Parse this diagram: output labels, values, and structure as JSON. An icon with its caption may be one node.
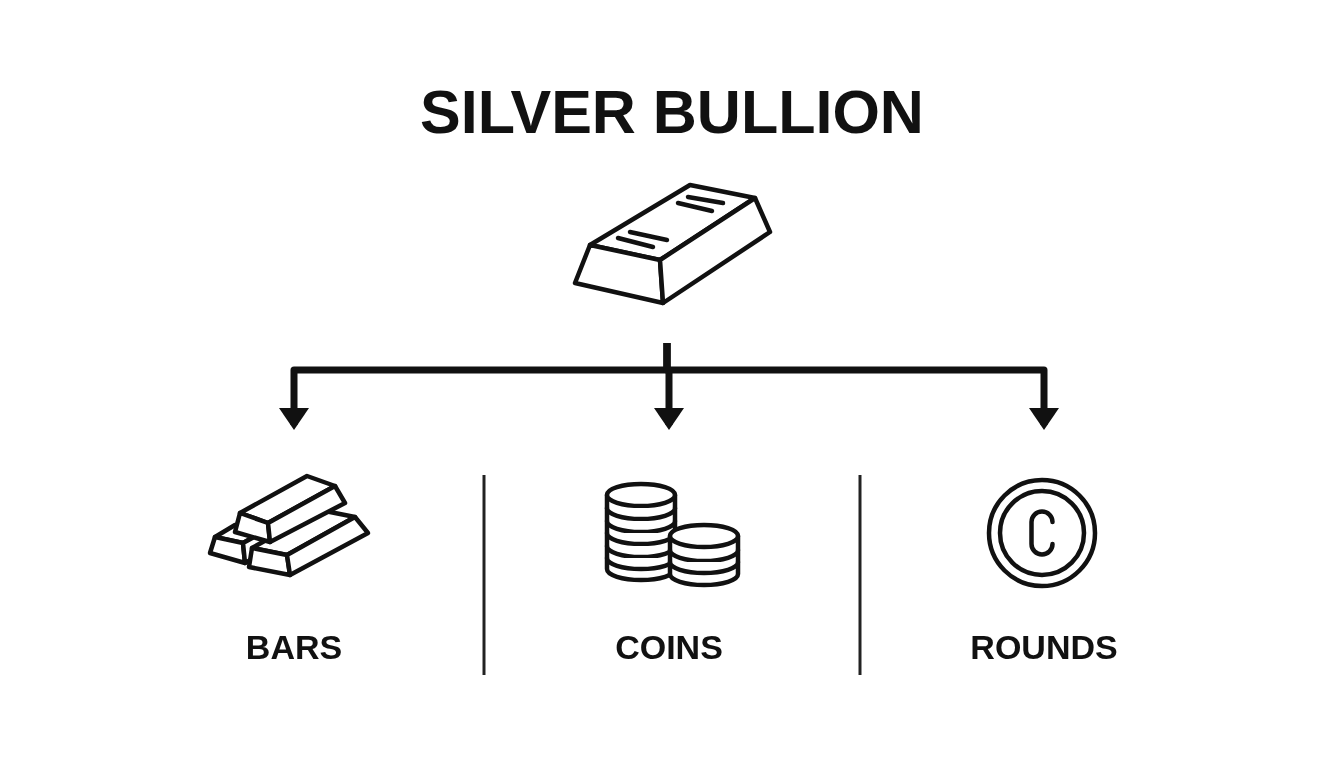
{
  "diagram": {
    "title": "SILVER BULLION",
    "nodes": [
      {
        "text": [],
        "shape": "picture"
      },
      {
        "text": [
          "BARS"
        ]
      },
      {
        "text": [
          "COINS"
        ]
      },
      {
        "text": [
          "ROUNDS"
        ]
      }
    ],
    "edges": [
      {
        "from": 0,
        "to": 1,
        "arrow": "to"
      },
      {
        "from": 0,
        "to": 2,
        "arrow": "to"
      },
      {
        "from": 0,
        "to": 3,
        "arrow": "to"
      }
    ]
  }
}
